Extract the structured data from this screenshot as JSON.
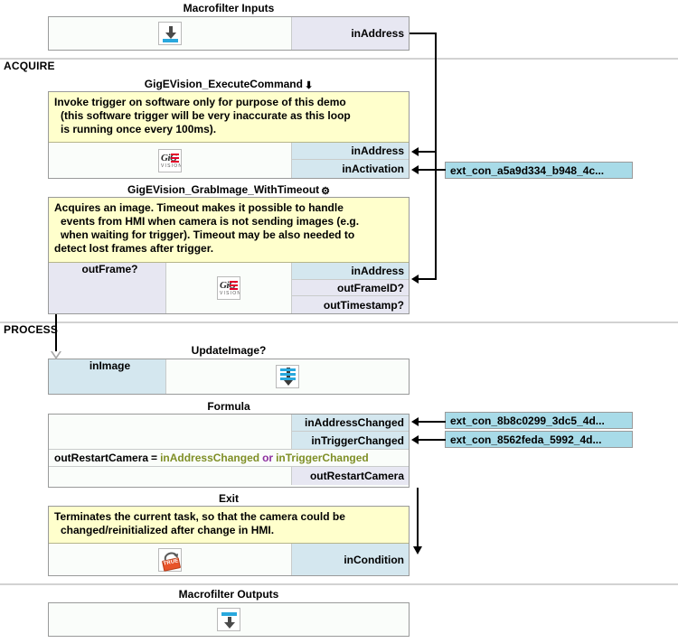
{
  "sections": [
    {
      "id": "acquire",
      "label": "ACQUIRE"
    },
    {
      "id": "process",
      "label": "PROCESS"
    }
  ],
  "blocks": {
    "macrofilter_inputs": {
      "title": "Macrofilter Inputs",
      "icon": "macrofilter-input-icon",
      "ports_right": [
        {
          "name": "inAddress",
          "kind": "out"
        }
      ]
    },
    "execute_command": {
      "title": "GigEVision_ExecuteCommand",
      "title_badge": "down-arrow-icon",
      "badge_glyph": "⬇",
      "comment": [
        "Invoke trigger on software only for purpose of this demo",
        "(this software trigger will be very inaccurate as this loop",
        "is running once every 100ms)."
      ],
      "icon": "gige-vision-logo-icon",
      "ports_right": [
        {
          "name": "inAddress",
          "kind": "in"
        },
        {
          "name": "inActivation",
          "kind": "in"
        }
      ]
    },
    "grab_image": {
      "title": "GigEVision_GrabImage_WithTimeout",
      "title_badge": "gear-icon",
      "badge_glyph": "⚙",
      "comment": [
        "Acquires an image. Timeout makes it possible to handle",
        "events from HMI when camera is not sending images (e.g.",
        "when waiting for trigger). Timeout may be also needed to",
        "detect lost frames after trigger."
      ],
      "icon": "gige-vision-logo-icon",
      "ports_left": [
        {
          "name": "outFrame?",
          "kind": "out"
        }
      ],
      "ports_right": [
        {
          "name": "inAddress",
          "kind": "in"
        },
        {
          "name": "outFrameID?",
          "kind": "out"
        },
        {
          "name": "outTimestamp?",
          "kind": "out"
        }
      ]
    },
    "update_image": {
      "title": "UpdateImage?",
      "icon": "update-image-icon",
      "ports_left": [
        {
          "name": "inImage",
          "kind": "in"
        }
      ]
    },
    "formula": {
      "title": "Formula",
      "expression": {
        "output": "outRestartCamera",
        "equals": "=",
        "operand_left": "inAddressChanged",
        "operator": "or",
        "operand_right": "inTriggerChanged"
      },
      "ports_right_top": [
        {
          "name": "inAddressChanged",
          "kind": "in"
        },
        {
          "name": "inTriggerChanged",
          "kind": "in"
        }
      ],
      "ports_right_bottom": [
        {
          "name": "outRestartCamera",
          "kind": "out"
        }
      ]
    },
    "exit": {
      "title": "Exit",
      "comment": [
        "Terminates the current task, so that the camera could be",
        "changed/reinitialized after change in HMI."
      ],
      "icon": "exit-true-icon",
      "icon_label": "TRUE",
      "ports_right": [
        {
          "name": "inCondition",
          "kind": "in"
        }
      ]
    },
    "macrofilter_outputs": {
      "title": "Macrofilter Outputs",
      "icon": "macrofilter-output-icon"
    }
  },
  "external_connectors": [
    {
      "id": "ext1",
      "label": "ext_con_a5a9d334_b948_4c..."
    },
    {
      "id": "ext2",
      "label": "ext_con_8b8c0299_3dc5_4d..."
    },
    {
      "id": "ext3",
      "label": "ext_con_8562feda_5992_4d..."
    }
  ],
  "colors": {
    "input_port": "#d4e7ef",
    "output_port": "#e7e7f2",
    "comment_bg": "#ffffcc",
    "ext_connector_bg": "#a8dbe8",
    "block_bg": "#fafdfa",
    "border": "#999a9a",
    "wire": "#000000",
    "formula_variable": "#7f8f26",
    "formula_operator": "#8d2fa0",
    "accent_blue": "#29a8dd"
  }
}
